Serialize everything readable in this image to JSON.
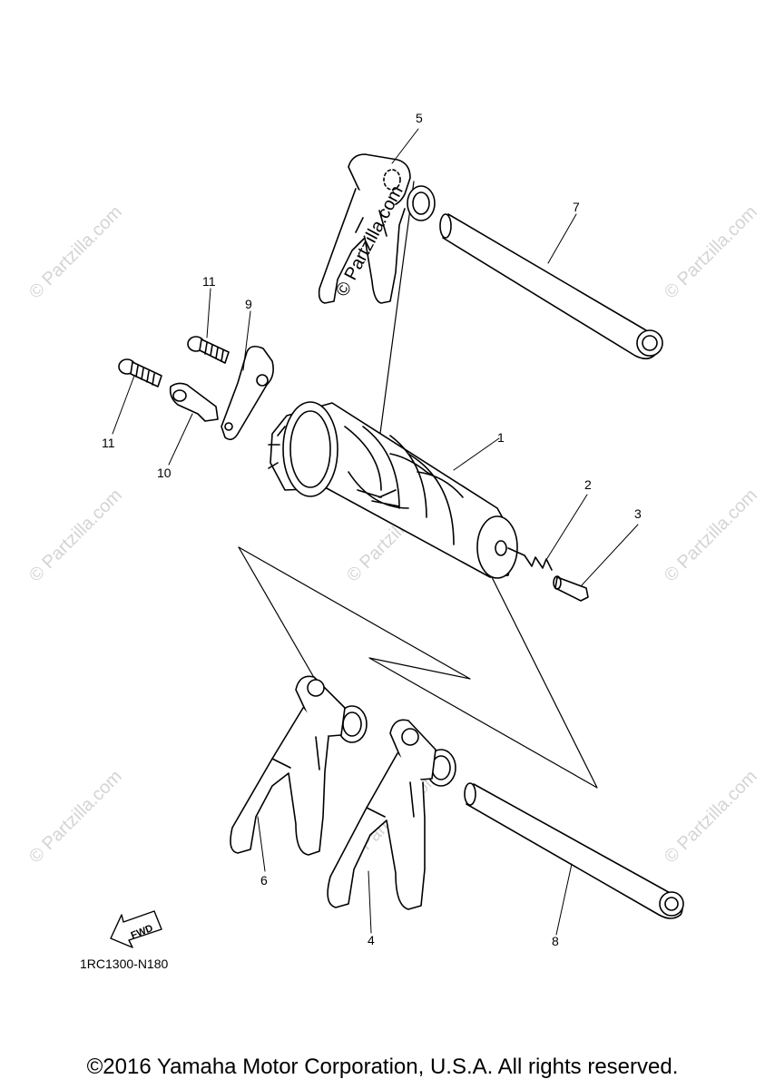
{
  "watermark": "© Partzilla.com",
  "center_watermark": "© Partzilla.com",
  "callouts": {
    "c1": "1",
    "c2": "2",
    "c3": "3",
    "c4": "4",
    "c5": "5",
    "c6": "6",
    "c7": "7",
    "c8": "8",
    "c9": "9",
    "c10": "10",
    "c11a": "11",
    "c11b": "11"
  },
  "fwd_label": "FWD",
  "diagram_code": "1RC1300-N180",
  "copyright": "©2016 Yamaha Motor Corporation, U.S.A. All rights reserved."
}
